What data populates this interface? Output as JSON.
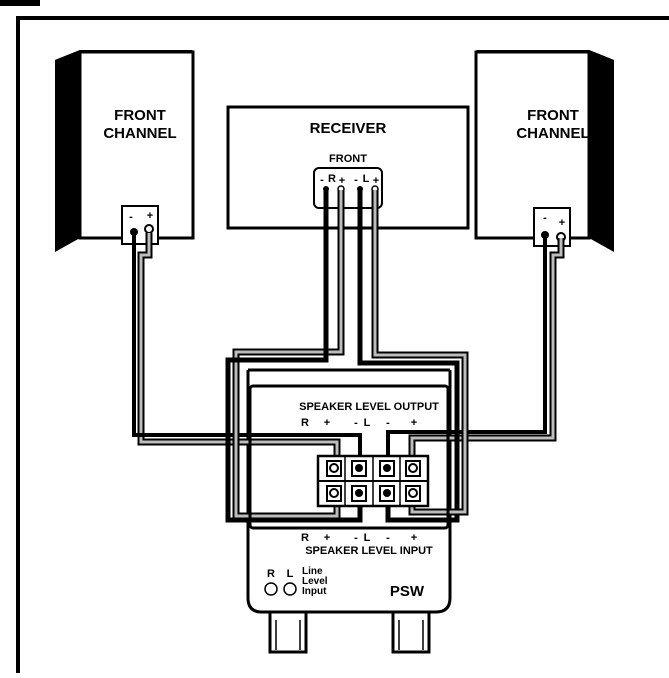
{
  "left_speaker": {
    "label_line1": "FRONT",
    "label_line2": "CHANNEL",
    "minus": "-",
    "plus": "+"
  },
  "right_speaker": {
    "label_line1": "FRONT",
    "label_line2": "CHANNEL",
    "minus": "-",
    "plus": "+"
  },
  "receiver": {
    "title": "RECEIVER",
    "front_label": "FRONT",
    "terminals": {
      "r_minus": "-",
      "r": "R",
      "r_plus": "+",
      "l_minus": "-",
      "l": "L",
      "l_plus": "+"
    }
  },
  "subwoofer": {
    "output_title": "SPEAKER LEVEL OUTPUT",
    "input_title": "SPEAKER LEVEL INPUT",
    "output_row": {
      "r": "R",
      "plus1": "+",
      "minus1": "-",
      "l": "L",
      "minus2": "-",
      "plus2": "+"
    },
    "input_row": {
      "r": "R",
      "plus1": "+",
      "minus1": "-",
      "l": "L",
      "minus2": "-",
      "plus2": "+"
    },
    "line_input": {
      "r": "R",
      "l": "L",
      "line1": "Line",
      "line2": "Level",
      "line3": "Input"
    },
    "model": "PSW"
  }
}
